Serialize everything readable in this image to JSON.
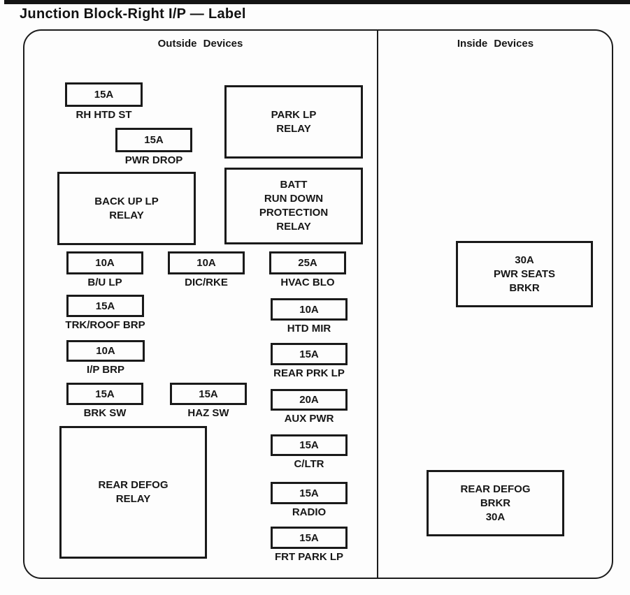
{
  "page": {
    "title": "Junction Block-Right I/P — Label"
  },
  "colors": {
    "line": "#1c1c1c",
    "top_bar": "#141414",
    "background": "#fdfdfd"
  },
  "sections": {
    "outside": {
      "header": "Outside Devices",
      "fuses": [
        {
          "amp": "15A",
          "label": "RH HTD ST"
        },
        {
          "amp": "15A",
          "label": "PWR DROP"
        },
        {
          "amp": "10A",
          "label": "B/U LP"
        },
        {
          "amp": "10A",
          "label": "DIC/RKE"
        },
        {
          "amp": "25A",
          "label": "HVAC BLO"
        },
        {
          "amp": "15A",
          "label": "TRK/ROOF BRP"
        },
        {
          "amp": "10A",
          "label": "I/P BRP"
        },
        {
          "amp": "15A",
          "label": "BRK SW"
        },
        {
          "amp": "15A",
          "label": "HAZ SW"
        },
        {
          "amp": "10A",
          "label": "HTD MIR"
        },
        {
          "amp": "15A",
          "label": "REAR PRK LP"
        },
        {
          "amp": "20A",
          "label": "AUX PWR"
        },
        {
          "amp": "15A",
          "label": "C/LTR"
        },
        {
          "amp": "15A",
          "label": "RADIO"
        },
        {
          "amp": "15A",
          "label": "FRT PARK LP"
        }
      ],
      "relays": [
        {
          "text": "PARK LP\nRELAY"
        },
        {
          "text": "BACK UP LP\nRELAY"
        },
        {
          "text": "BATT\nRUN DOWN\nPROTECTION\nRELAY"
        },
        {
          "text": "REAR DEFOG\nRELAY"
        }
      ]
    },
    "inside": {
      "header": "Inside Devices",
      "breakers": [
        {
          "text": "30A\nPWR SEATS\nBRKR"
        },
        {
          "text": "REAR DEFOG\nBRKR\n30A"
        }
      ]
    }
  }
}
